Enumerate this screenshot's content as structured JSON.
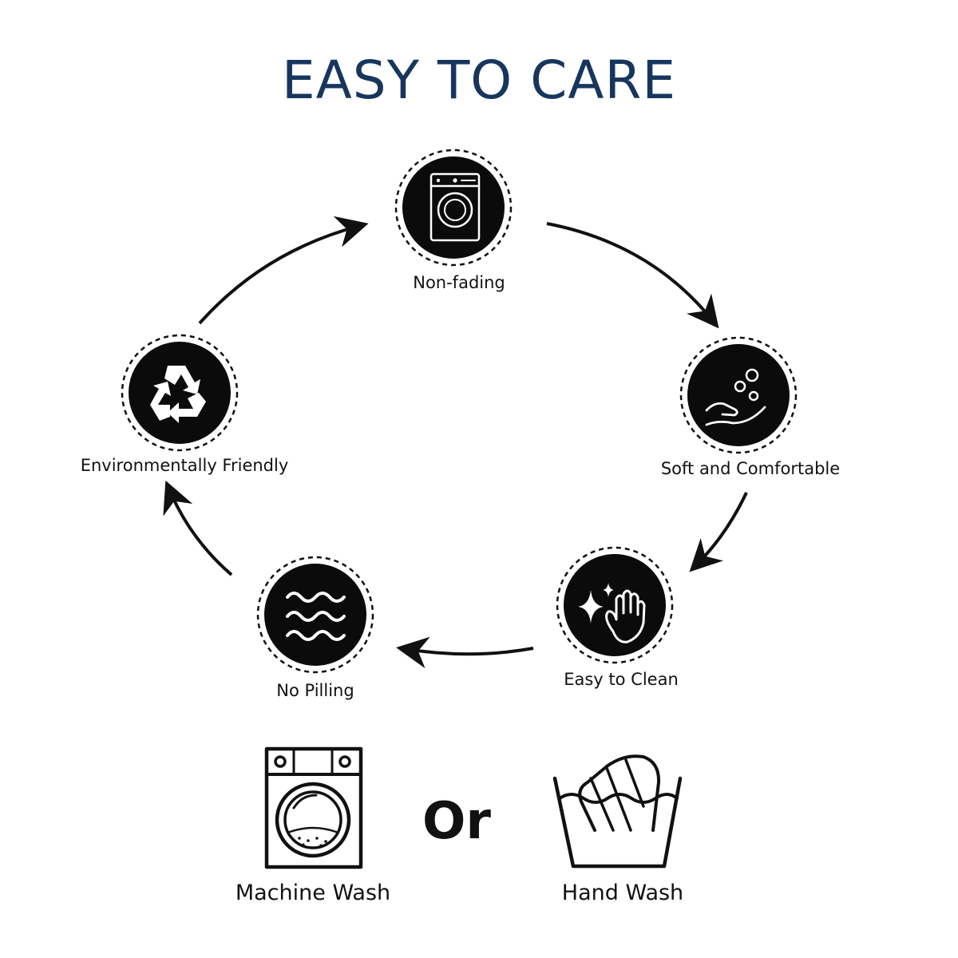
{
  "title": "EASY TO CARE",
  "cycle": [
    {
      "label": "Non-fading",
      "icon": "washing-machine-icon"
    },
    {
      "label": "Soft and Comfortable",
      "icon": "soft-hand-bubbles-icon"
    },
    {
      "label": "Easy to Clean",
      "icon": "sparkle-glove-icon"
    },
    {
      "label": "No Pilling",
      "icon": "waves-icon"
    },
    {
      "label": "Environmentally Friendly",
      "icon": "recycle-icon"
    }
  ],
  "care": {
    "machine_label": "Machine Wash",
    "or_label": "Or",
    "hand_label": "Hand Wash"
  },
  "colors": {
    "title": "#17365e",
    "icon_disc": "#0b0b0b",
    "background": "#ffffff"
  }
}
